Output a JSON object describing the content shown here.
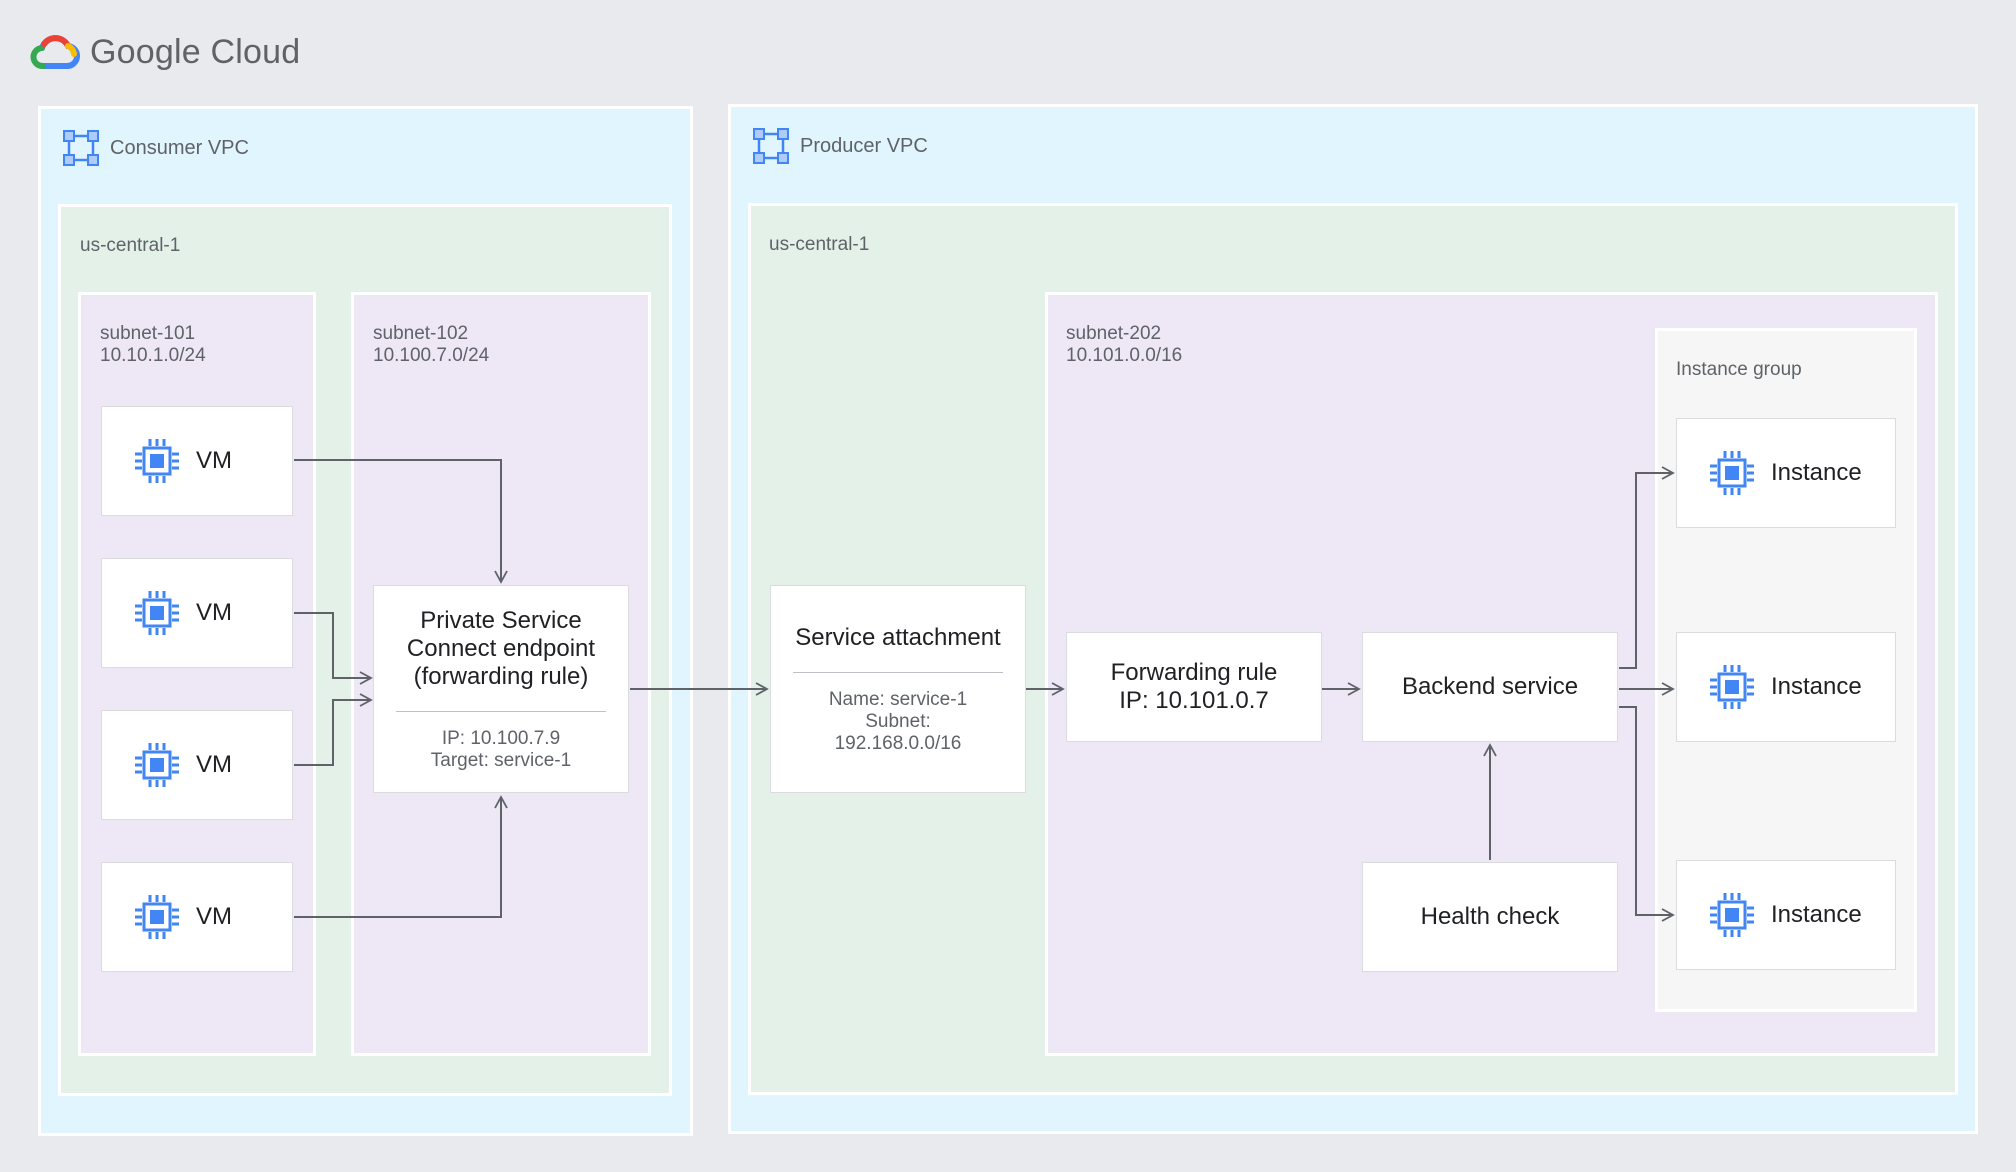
{
  "brand": {
    "name": "Google Cloud"
  },
  "colors": {
    "background": "#e8eaed",
    "vpc_fill": "#e1f5fe",
    "region_fill": "#e3f1e9",
    "subnet_fill": "#ede7f6",
    "chip_blue": "#4285f4",
    "line": "#5f6368"
  },
  "consumer": {
    "vpc_label": "Consumer VPC",
    "region": "us-central-1",
    "subnet_101": {
      "name": "subnet-101",
      "cidr": "10.10.1.0/24"
    },
    "subnet_102": {
      "name": "subnet-102",
      "cidr": "10.100.7.0/24"
    },
    "vms": [
      {
        "label": "VM"
      },
      {
        "label": "VM"
      },
      {
        "label": "VM"
      },
      {
        "label": "VM"
      }
    ],
    "endpoint": {
      "title_lines": [
        "Private Service",
        "Connect endpoint",
        "(forwarding rule)"
      ],
      "ip": "IP: 10.100.7.9",
      "target": "Target: service-1"
    }
  },
  "producer": {
    "vpc_label": "Producer VPC",
    "region": "us-central-1",
    "service_attachment": {
      "title": "Service attachment",
      "detail_lines": [
        "Name: service-1",
        "Subnet:",
        "192.168.0.0/16"
      ]
    },
    "subnet_202": {
      "name": "subnet-202",
      "cidr": "10.101.0.0/16"
    },
    "forwarding_rule": {
      "title": "Forwarding rule",
      "ip": "IP: 10.101.0.7"
    },
    "backend_service": "Backend service",
    "health_check": "Health check",
    "instance_group": {
      "label": "Instance group",
      "instances": [
        {
          "label": "Instance"
        },
        {
          "label": "Instance"
        },
        {
          "label": "Instance"
        }
      ]
    }
  }
}
